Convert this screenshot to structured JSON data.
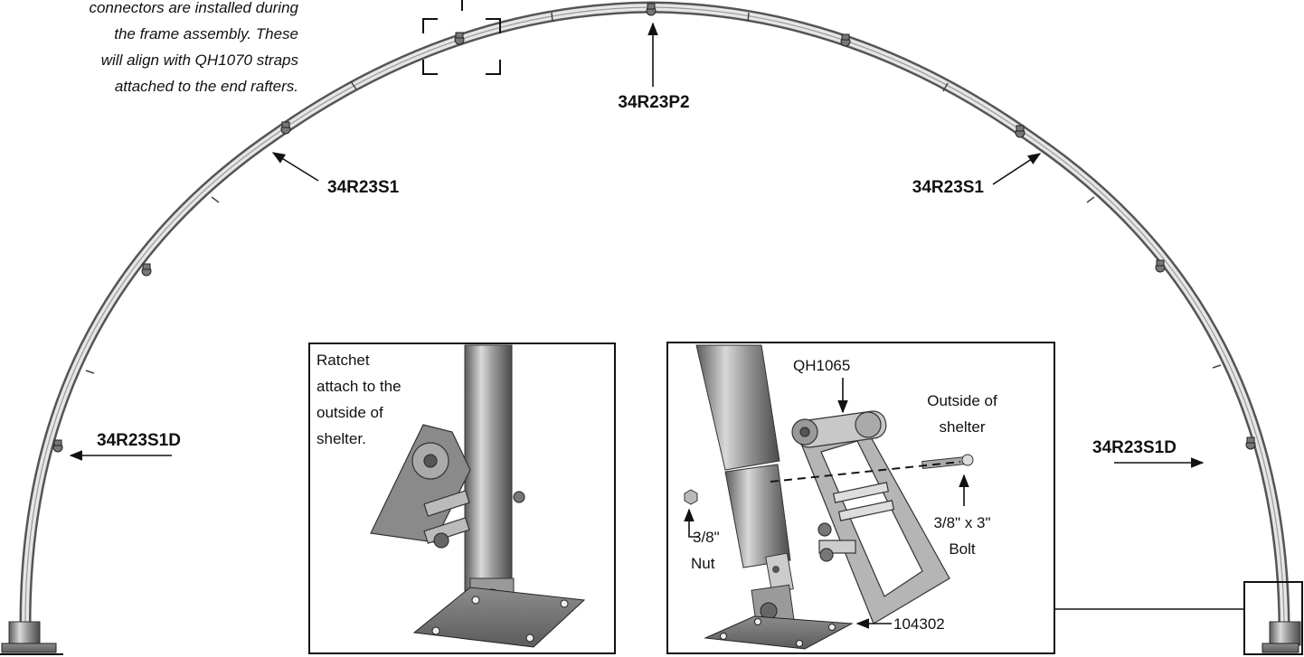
{
  "note": {
    "lines": [
      "connectors are installed during",
      "the frame assembly. These",
      "will align with QH1070 straps",
      "attached to the end rafters."
    ]
  },
  "rafter_labels": {
    "top": "34R23P2",
    "upper_left": "34R23S1",
    "upper_right": "34R23S1",
    "lower_left": "34R23S1D",
    "lower_right": "34R23S1D"
  },
  "inset_left": {
    "caption_lines": [
      "Ratchet",
      "attach to the",
      "outside of",
      "shelter."
    ]
  },
  "inset_right": {
    "part_top": "QH1065",
    "outside_lines": [
      "Outside of",
      "shelter"
    ],
    "nut_lines": [
      "3/8\"",
      "Nut"
    ],
    "bolt_lines": [
      "3/8\" x 3\"",
      "Bolt"
    ],
    "base_plate": "104302"
  }
}
